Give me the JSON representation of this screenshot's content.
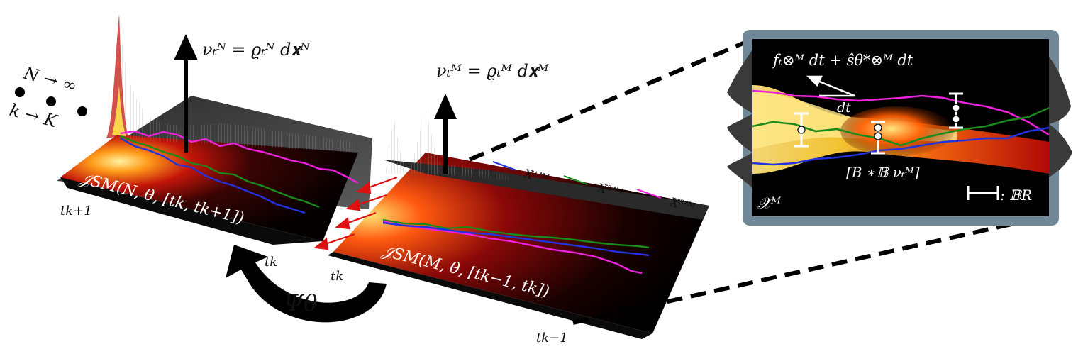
{
  "labels": {
    "nu_N": "νₜᴺ = ϱₜᴺ d𝐱ᴺ",
    "nu_M": "νₜᴹ = ϱₜᴹ d𝐱ᴹ",
    "N_inf": "N → ∞",
    "k_K": "k → K",
    "J_N": "𝒥SM(N, θ, [tk, tk+1])",
    "J_M": "𝒥SM(M, θ, [tk−1, tk])",
    "t_k1": "tk+1",
    "t_k_a": "tk",
    "t_k_b": "tk",
    "t_km1": "tk−1",
    "psi": "Ψθ",
    "legend_1": "X¹ʼᴹ",
    "legend_2": "X²ʼᴹ",
    "legend_3": "X³ʼᴹ",
    "drift": "fₜ⊗ᴹ dt + ŝθ*⊗ᴹ dt",
    "dt": "dt",
    "conv": "[B ∗𝔹 νₜᴹ]",
    "space": "𝒳ᴹ",
    "ball": ": 𝔹R"
  },
  "colors": {
    "path_1": "#2233dd",
    "path_2": "#1a8a1a",
    "path_3": "#ee22dd",
    "arrow_red": "#dd1111",
    "frame": "#6f8797"
  },
  "legend": [
    {
      "label": "X¹ʼᴹ",
      "color": "#2233dd"
    },
    {
      "label": "X²ʼᴹ",
      "color": "#1a8a1a"
    },
    {
      "label": "X³ʼᴹ",
      "color": "#ee22dd"
    }
  ]
}
